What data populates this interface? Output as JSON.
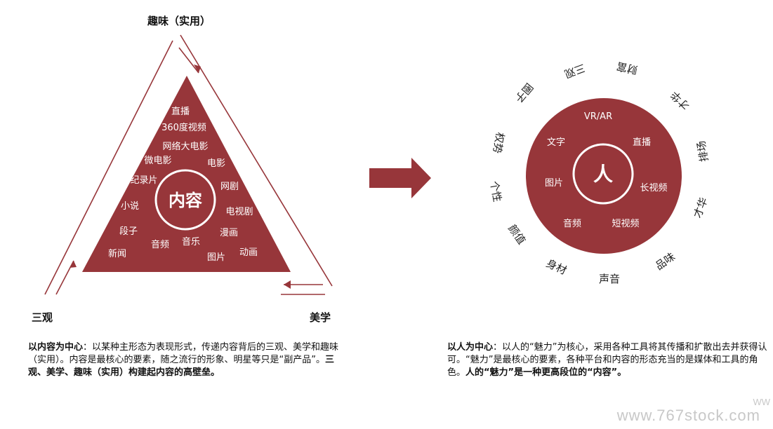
{
  "left": {
    "corners": {
      "top": "趣味（实用）",
      "left": "三观",
      "right": "美学"
    },
    "center": "内容",
    "items": [
      "直播",
      "360度视频",
      "网络大电影",
      "微电影",
      "电影",
      "纪录片",
      "网剧",
      "小说",
      "电视剧",
      "段子",
      "漫画",
      "音乐",
      "音频",
      "新闻",
      "动画",
      "图片"
    ],
    "caption": {
      "lead": "以内容为中心",
      "body": "：以某种主形态为表现形式，传递内容背后的三观、美学和趣味（实用）。内容是最核心的要素，随之流行的形象、明星等只是“副产品”。",
      "bold_end": "三观、美学、趣味（实用）构建起内容的高壁垒。"
    }
  },
  "right": {
    "center": "人",
    "inner_items": [
      "VR/AR",
      "文字",
      "直播",
      "图片",
      "长视频",
      "音频",
      "短视频"
    ],
    "ring_items": [
      "三观",
      "财富",
      "才华",
      "排场",
      "才华",
      "品味",
      "声音",
      "身材",
      "颜值",
      "个性",
      "权势",
      "圈子"
    ],
    "caption": {
      "lead": "以人为中心",
      "body": "：以人的“魅力”为核心，采用各种工具将其传播和扩散出去并获得认可。“魅力”是最核心的要素，各种平台和内容的形态充当的是媒体和工具的角色。",
      "bold_end": "人的“魅力”是一种更高段位的“内容”。"
    }
  },
  "watermark": "www.767stock.com",
  "watermark_small": "WW",
  "colors": {
    "accent": "#97363a",
    "arrow": "#97363a",
    "outline": "#97363a"
  }
}
